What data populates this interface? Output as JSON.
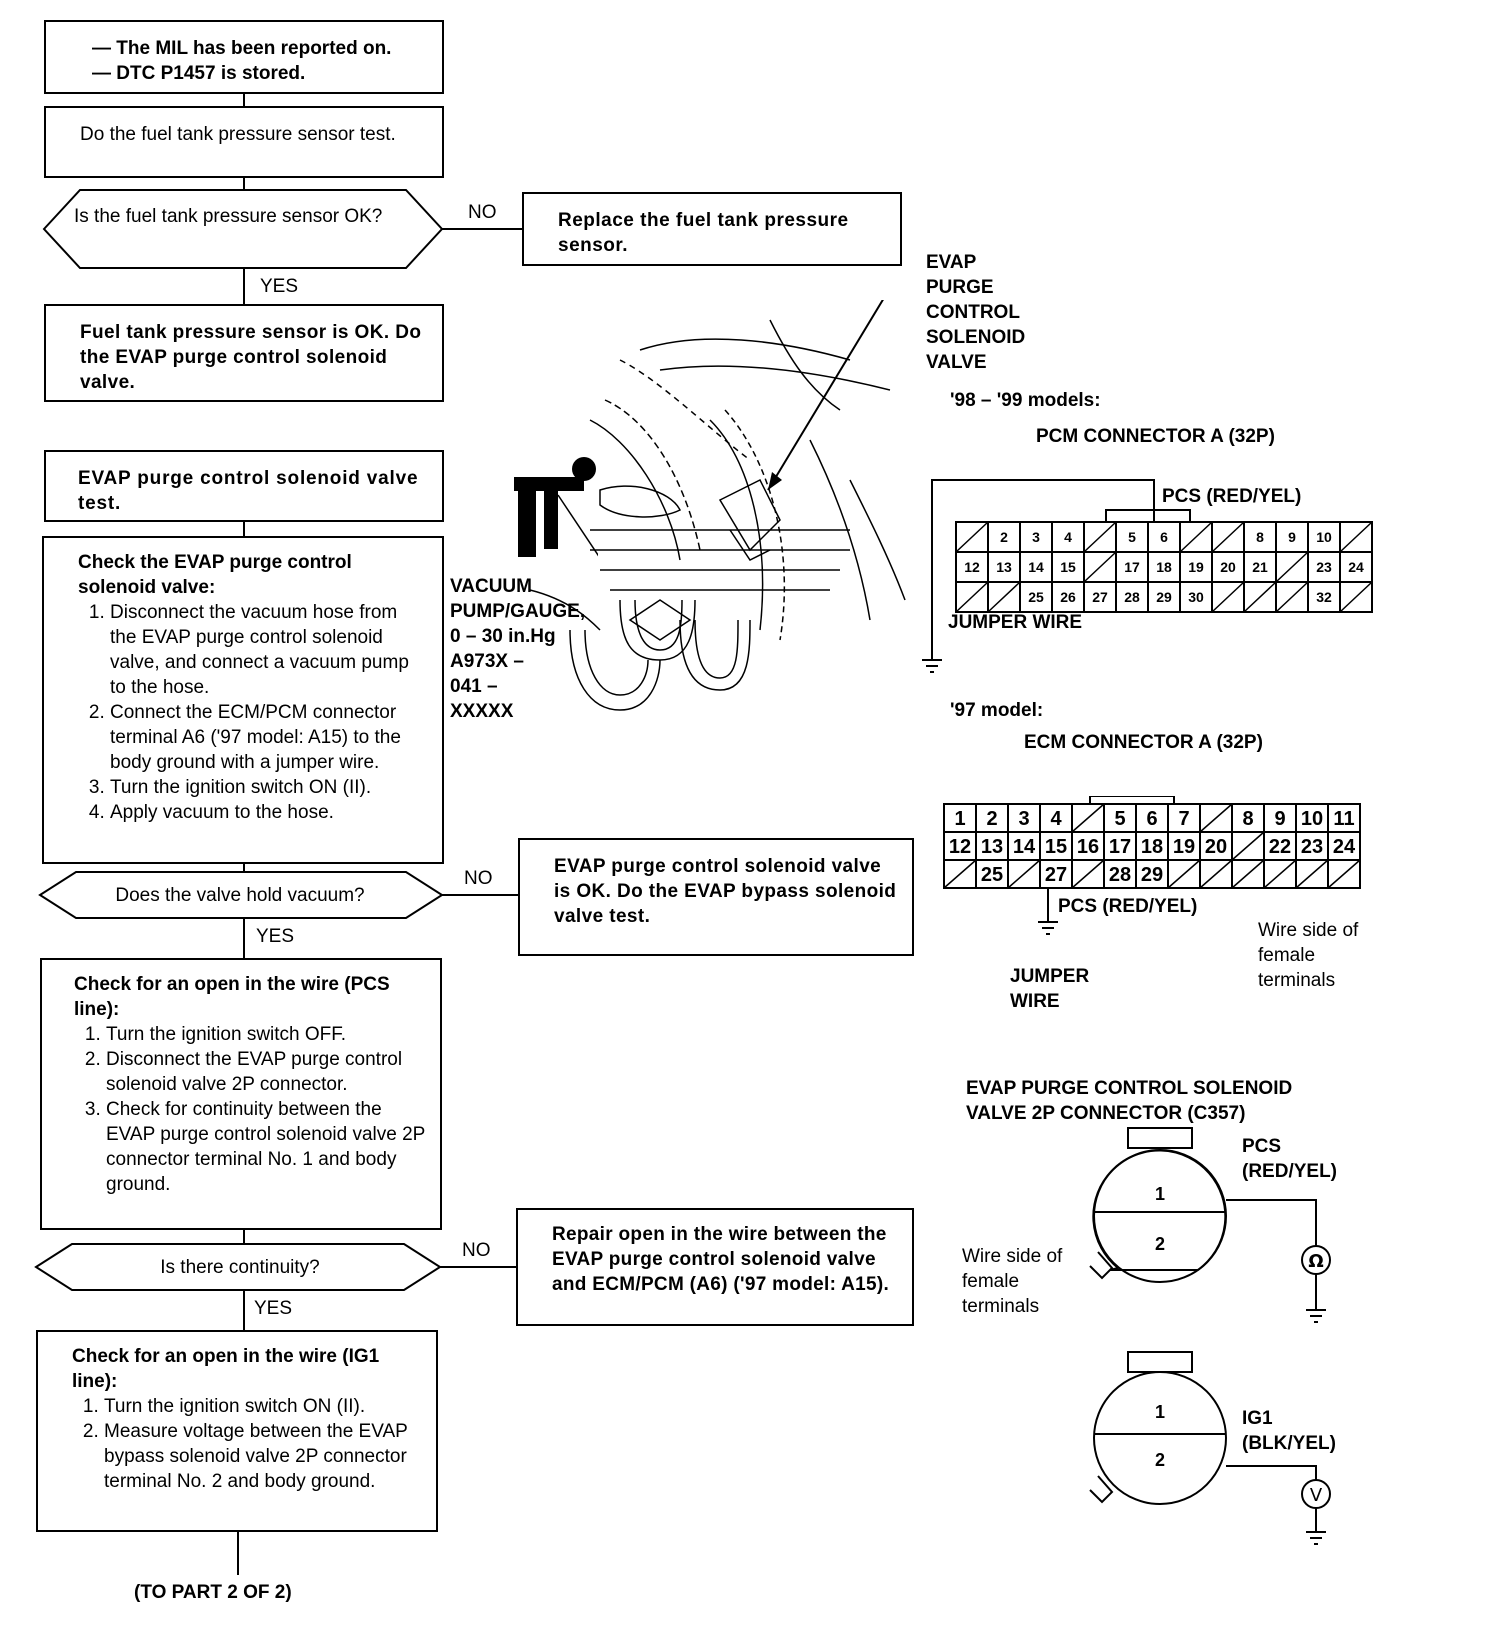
{
  "flow": {
    "start": [
      "— The MIL has been reported on.",
      "— DTC P1457 is stored."
    ],
    "step1": "Do the fuel tank pressure sensor test.",
    "q1": "Is the fuel tank pressure sensor OK?",
    "no_label": "NO",
    "yes_label": "YES",
    "r1": "Replace the fuel tank pressure sensor.",
    "step2": "Fuel tank pressure sensor is OK. Do the EVAP purge control solenoid valve.",
    "step3": "EVAP purge control solenoid valve test.",
    "step4_title": "Check the EVAP purge control solenoid valve:",
    "step4_items": [
      "Disconnect the vacuum hose from the EVAP purge control solenoid valve, and connect a vacuum pump to the hose.",
      "Connect the ECM/PCM connector terminal A6 ('97 model: A15) to the body ground with a jumper wire.",
      "Turn the ignition switch ON (II).",
      "Apply vacuum to the hose."
    ],
    "q2": "Does the valve hold vacuum?",
    "r2": "EVAP purge control solenoid valve is OK. Do the EVAP bypass solenoid valve test.",
    "step5_title": "Check for an open in the wire (PCS line):",
    "step5_items": [
      "Turn the ignition switch OFF.",
      "Disconnect the EVAP purge control solenoid valve 2P connector.",
      "Check for continuity between the EVAP purge control solenoid valve 2P connector terminal No. 1 and body ground."
    ],
    "q3": "Is there continuity?",
    "r3": "Repair open in the wire between the EVAP purge control solenoid valve and ECM/PCM (A6) ('97 model: A15).",
    "step6_title": "Check for an open in the wire (IG1 line):",
    "step6_items": [
      "Turn the ignition switch ON (II).",
      "Measure voltage between the EVAP bypass solenoid valve 2P connector terminal No. 2 and body ground."
    ],
    "footer": "(TO PART 2 OF 2)"
  },
  "illustration": {
    "valve_label": [
      "EVAP",
      "PURGE",
      "CONTROL",
      "SOLENOID",
      "VALVE"
    ],
    "pump_label": [
      "VACUUM",
      "PUMP/GAUGE,",
      "0 – 30 in.Hg",
      "A973X –",
      "041 –",
      "XXXXX"
    ]
  },
  "pcm_connector": {
    "models": "'98 – '99 models:",
    "title": "PCM CONNECTOR A (32P)",
    "pcs": "PCS (RED/YEL)",
    "jumper": "JUMPER WIRE",
    "row1": [
      "",
      "2",
      "3",
      "4",
      "",
      "5",
      "6",
      "",
      "",
      "8",
      "9",
      "10",
      ""
    ],
    "row2": [
      "12",
      "13",
      "14",
      "15",
      "",
      "17",
      "18",
      "19",
      "20",
      "21",
      "",
      "23",
      "24"
    ],
    "row3": [
      "",
      "",
      "25",
      "26",
      "27",
      "28",
      "29",
      "30",
      "",
      "",
      "",
      "32",
      ""
    ]
  },
  "ecm_connector": {
    "models": "'97 model:",
    "title": "ECM CONNECTOR A (32P)",
    "pcs": "PCS (RED/YEL)",
    "jumper": [
      "JUMPER",
      "WIRE"
    ],
    "wire_side": [
      "Wire side of",
      "female",
      "terminals"
    ],
    "row1": [
      "1",
      "2",
      "3",
      "4",
      "",
      "5",
      "6",
      "7",
      "",
      "8",
      "9",
      "10",
      "11"
    ],
    "row2": [
      "12",
      "13",
      "14",
      "15",
      "16",
      "17",
      "18",
      "19",
      "20",
      "",
      "22",
      "23",
      "24"
    ],
    "row3": [
      "",
      "25",
      "",
      "27",
      "",
      "28",
      "29",
      "",
      "",
      "",
      "",
      "",
      ""
    ]
  },
  "solenoid_connector": {
    "title": [
      "EVAP PURGE CONTROL SOLENOID",
      "VALVE 2P CONNECTOR (C357)"
    ],
    "pcs": [
      "PCS",
      "(RED/YEL)"
    ],
    "ig1": [
      "IG1",
      "(BLK/YEL)"
    ],
    "wire_side": [
      "Wire side of",
      "female",
      "terminals"
    ],
    "pin1": "1",
    "pin2": "2",
    "ohm": "Ω",
    "volt": "V"
  }
}
